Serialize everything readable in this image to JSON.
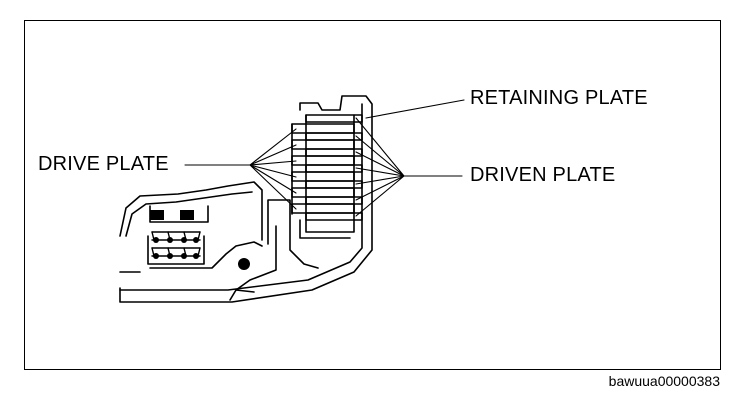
{
  "labels": {
    "retaining_plate": "RETAINING PLATE",
    "drive_plate": "DRIVE PLATE",
    "driven_plate": "DRIVEN PLATE"
  },
  "figure_id": "bawuua00000383",
  "colors": {
    "line": "#000000",
    "background": "#ffffff"
  }
}
